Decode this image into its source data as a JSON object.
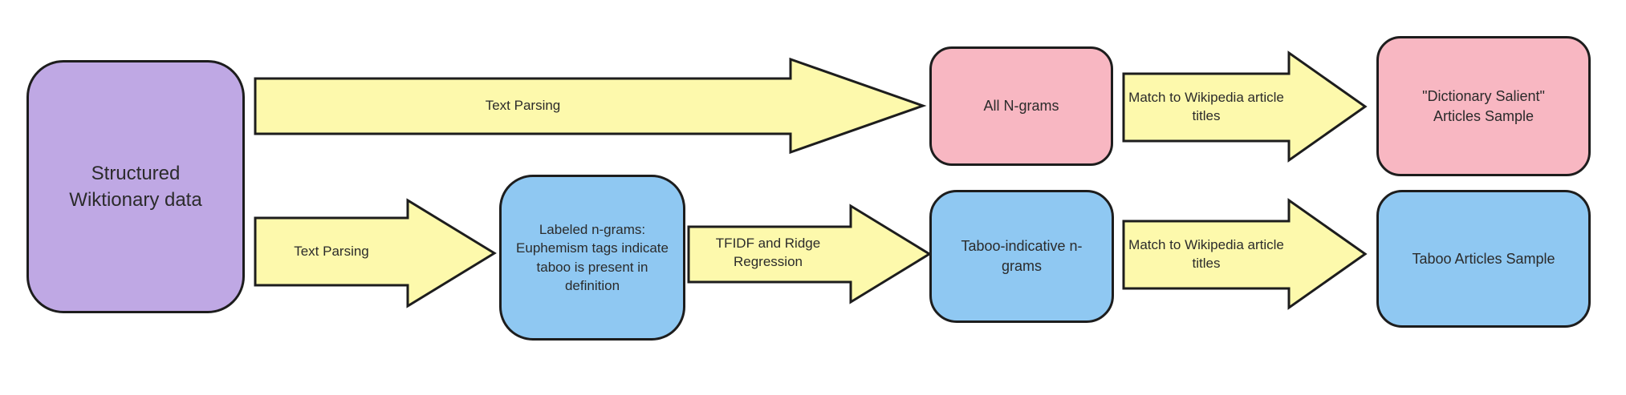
{
  "colors": {
    "yellow": "#fdf9ac",
    "purple": "#bfa8e4",
    "pink": "#f8b7c2",
    "blue": "#8fc8f2",
    "stroke": "#1d1d1d",
    "text": "#2b2b2b",
    "background": "#ffffff"
  },
  "nodes": {
    "source": {
      "label": "Structured Wiktionary data",
      "color": "purple"
    },
    "all_ngrams": {
      "label": "All N-grams",
      "color": "pink"
    },
    "dictionary_salient": {
      "label": "\"Dictionary Salient\" Articles Sample",
      "color": "pink"
    },
    "labeled_ngrams": {
      "label": "Labeled n-grams: Euphemism tags indicate taboo is present in definition",
      "color": "blue"
    },
    "taboo_ngrams": {
      "label": "Taboo-indicative n-grams",
      "color": "blue"
    },
    "taboo_articles": {
      "label": "Taboo Articles Sample",
      "color": "blue"
    }
  },
  "arrows": {
    "text_parsing_top": {
      "label": "Text Parsing",
      "from": "source",
      "to": "all_ngrams"
    },
    "text_parsing_bottom": {
      "label": "Text Parsing",
      "from": "source",
      "to": "labeled_ngrams"
    },
    "tfidf_ridge": {
      "label": "TFIDF and Ridge Regression",
      "from": "labeled_ngrams",
      "to": "taboo_ngrams"
    },
    "match_wikipedia_top": {
      "label": "Match to Wikipedia article titles",
      "from": "all_ngrams",
      "to": "dictionary_salient"
    },
    "match_wikipedia_bottom": {
      "label": "Match to Wikipedia article titles",
      "from": "taboo_ngrams",
      "to": "taboo_articles"
    }
  }
}
